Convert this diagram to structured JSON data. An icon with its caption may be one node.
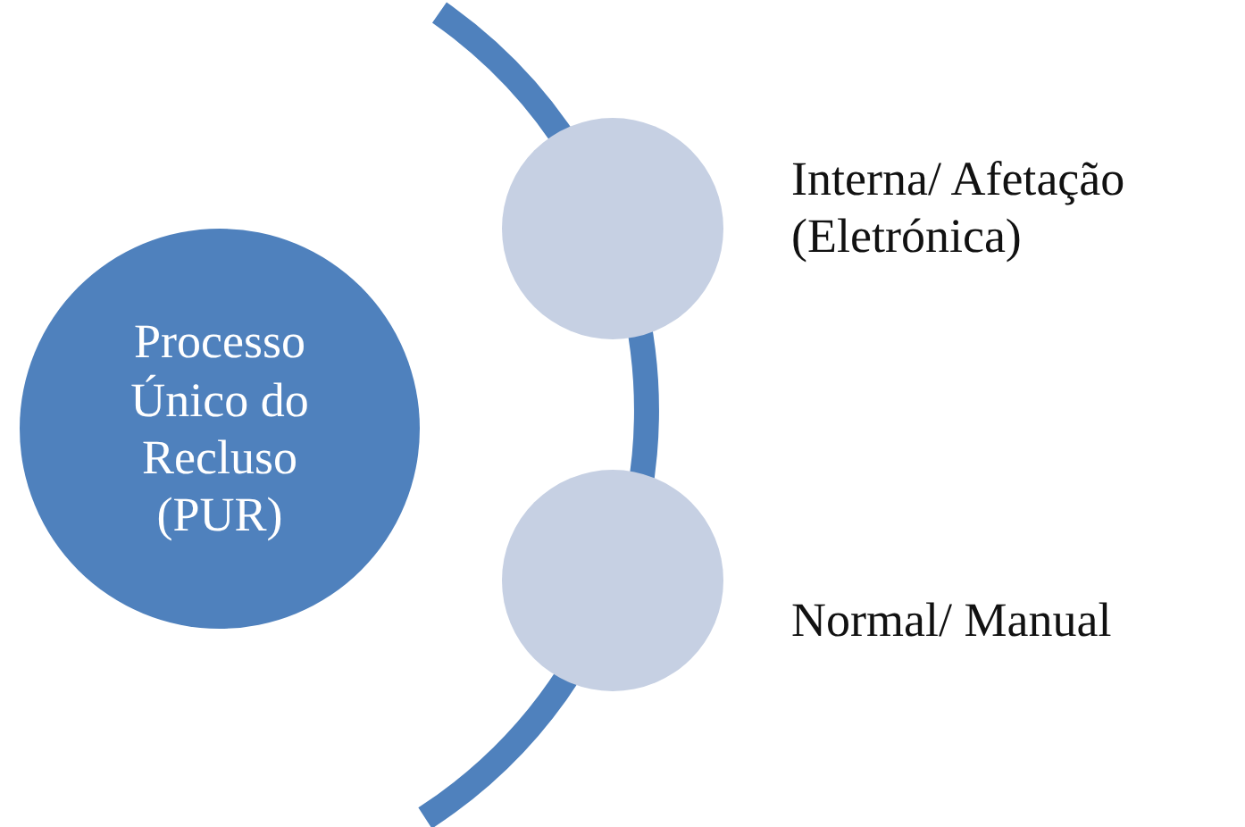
{
  "diagram": {
    "nodes": [
      {
        "text": [
          "Processo Único do Recluso (PUR)"
        ]
      },
      {
        "text": [],
        "shape": "circle",
        "beside": [
          "Interna/ Afetação (Eletrónica)"
        ]
      },
      {
        "text": [],
        "shape": "circle",
        "beside": [
          "Normal/ Manual"
        ]
      }
    ]
  }
}
